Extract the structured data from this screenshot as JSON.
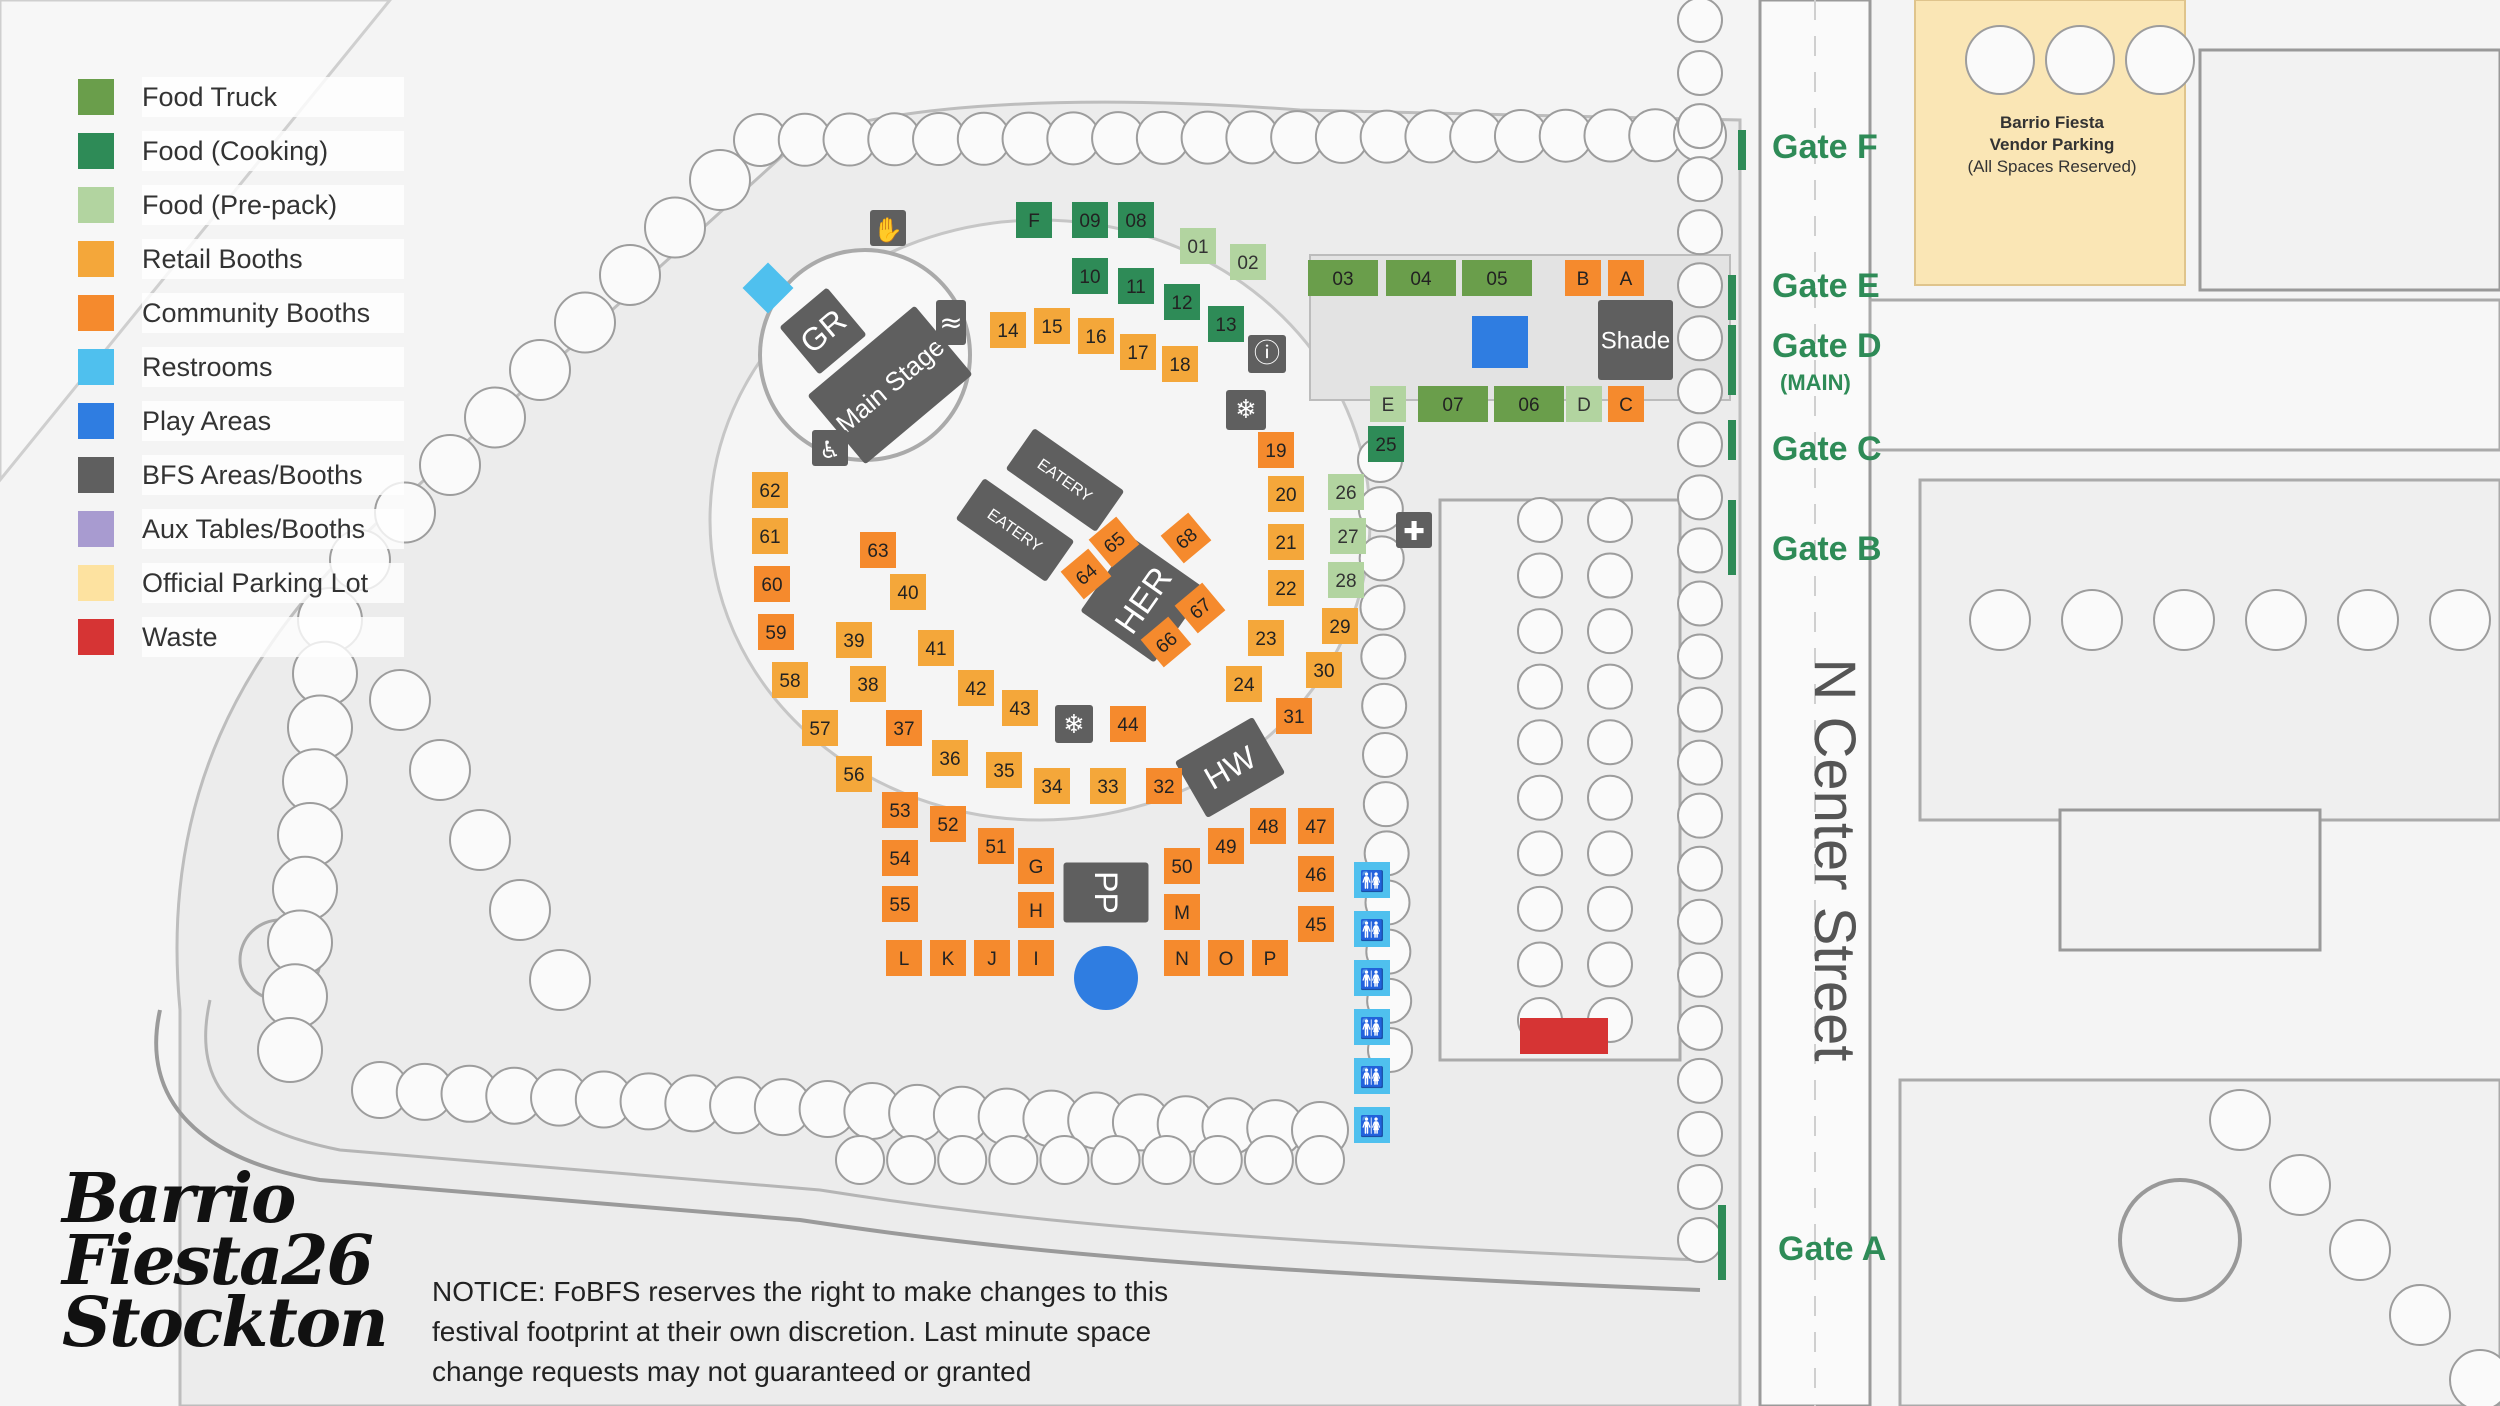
{
  "legend": [
    {
      "label": "Food Truck",
      "color": "#6a9e4b"
    },
    {
      "label": "Food (Cooking)",
      "color": "#2e8b57"
    },
    {
      "label": "Food (Pre-pack)",
      "color": "#b2d4a0"
    },
    {
      "label": "Retail Booths",
      "color": "#f4a73a"
    },
    {
      "label": "Community Booths",
      "color": "#f58a2d"
    },
    {
      "label": "Restrooms",
      "color": "#4fc0ee"
    },
    {
      "label": "Play Areas",
      "color": "#2f7de1"
    },
    {
      "label": "BFS Areas/Booths",
      "color": "#5f5f5f"
    },
    {
      "label": "Aux Tables/Booths",
      "color": "#a89bd0"
    },
    {
      "label": "Official Parking Lot",
      "color": "#fde2a0"
    },
    {
      "label": "Waste",
      "color": "#d63434"
    }
  ],
  "gates": {
    "f": "Gate F",
    "e": "Gate E",
    "d": "Gate D",
    "d_sub": "(MAIN)",
    "c": "Gate C",
    "b": "Gate B",
    "a": "Gate A"
  },
  "street_name": "N Center Street",
  "vendor_parking": {
    "line1": "Barrio Fiesta",
    "line2": "Vendor Parking",
    "line3": "(All Spaces Reserved)"
  },
  "areas": {
    "main_stage": "Main Stage",
    "gr": "GR",
    "shade": "Shade",
    "eatery1": "EATERY",
    "eatery2": "EATERY",
    "her": "HER",
    "hw": "HW",
    "pp": "PP"
  },
  "booths": [
    {
      "id": "F",
      "type": "cook"
    },
    {
      "id": "09",
      "type": "cook"
    },
    {
      "id": "08",
      "type": "cook"
    },
    {
      "id": "01",
      "type": "prepack"
    },
    {
      "id": "02",
      "type": "prepack"
    },
    {
      "id": "10",
      "type": "cook"
    },
    {
      "id": "11",
      "type": "cook"
    },
    {
      "id": "12",
      "type": "cook"
    },
    {
      "id": "13",
      "type": "cook"
    },
    {
      "id": "03",
      "type": "truck"
    },
    {
      "id": "04",
      "type": "truck"
    },
    {
      "id": "05",
      "type": "truck"
    },
    {
      "id": "B",
      "type": "community"
    },
    {
      "id": "A",
      "type": "community"
    },
    {
      "id": "14",
      "type": "retail"
    },
    {
      "id": "15",
      "type": "retail"
    },
    {
      "id": "16",
      "type": "retail"
    },
    {
      "id": "17",
      "type": "retail"
    },
    {
      "id": "18",
      "type": "retail"
    },
    {
      "id": "E",
      "type": "prepack"
    },
    {
      "id": "07",
      "type": "truck"
    },
    {
      "id": "06",
      "type": "truck"
    },
    {
      "id": "D",
      "type": "prepack"
    },
    {
      "id": "C",
      "type": "community"
    },
    {
      "id": "25",
      "type": "cook"
    },
    {
      "id": "19",
      "type": "community"
    },
    {
      "id": "20",
      "type": "retail"
    },
    {
      "id": "21",
      "type": "retail"
    },
    {
      "id": "22",
      "type": "retail"
    },
    {
      "id": "23",
      "type": "retail"
    },
    {
      "id": "24",
      "type": "retail"
    },
    {
      "id": "26",
      "type": "prepack"
    },
    {
      "id": "27",
      "type": "prepack"
    },
    {
      "id": "28",
      "type": "prepack"
    },
    {
      "id": "29",
      "type": "retail"
    },
    {
      "id": "30",
      "type": "retail"
    },
    {
      "id": "31",
      "type": "community"
    },
    {
      "id": "62",
      "type": "retail"
    },
    {
      "id": "61",
      "type": "retail"
    },
    {
      "id": "60",
      "type": "community"
    },
    {
      "id": "59",
      "type": "community"
    },
    {
      "id": "58",
      "type": "retail"
    },
    {
      "id": "57",
      "type": "retail"
    },
    {
      "id": "56",
      "type": "retail"
    },
    {
      "id": "63",
      "type": "community"
    },
    {
      "id": "40",
      "type": "retail"
    },
    {
      "id": "39",
      "type": "retail"
    },
    {
      "id": "38",
      "type": "retail"
    },
    {
      "id": "37",
      "type": "community"
    },
    {
      "id": "41",
      "type": "retail"
    },
    {
      "id": "42",
      "type": "retail"
    },
    {
      "id": "43",
      "type": "retail"
    },
    {
      "id": "44",
      "type": "community"
    },
    {
      "id": "36",
      "type": "retail"
    },
    {
      "id": "35",
      "type": "retail"
    },
    {
      "id": "34",
      "type": "retail"
    },
    {
      "id": "33",
      "type": "retail"
    },
    {
      "id": "32",
      "type": "community"
    },
    {
      "id": "64",
      "type": "community"
    },
    {
      "id": "65",
      "type": "community"
    },
    {
      "id": "68",
      "type": "community"
    },
    {
      "id": "67",
      "type": "community"
    },
    {
      "id": "66",
      "type": "community"
    },
    {
      "id": "53",
      "type": "community"
    },
    {
      "id": "52",
      "type": "community"
    },
    {
      "id": "51",
      "type": "community"
    },
    {
      "id": "54",
      "type": "community"
    },
    {
      "id": "55",
      "type": "community"
    },
    {
      "id": "G",
      "type": "community"
    },
    {
      "id": "H",
      "type": "community"
    },
    {
      "id": "50",
      "type": "community"
    },
    {
      "id": "49",
      "type": "community"
    },
    {
      "id": "48",
      "type": "community"
    },
    {
      "id": "47",
      "type": "community"
    },
    {
      "id": "46",
      "type": "community"
    },
    {
      "id": "45",
      "type": "community"
    },
    {
      "id": "M",
      "type": "community"
    },
    {
      "id": "L",
      "type": "community"
    },
    {
      "id": "K",
      "type": "community"
    },
    {
      "id": "J",
      "type": "community"
    },
    {
      "id": "I",
      "type": "community"
    },
    {
      "id": "N",
      "type": "community"
    },
    {
      "id": "O",
      "type": "community"
    },
    {
      "id": "P",
      "type": "community"
    }
  ],
  "logo": {
    "line1": "Barrio",
    "line2": "Fiesta26",
    "line3": "Stockton"
  },
  "notice": {
    "line1": "NOTICE: FoBFS reserves the right to make changes to this",
    "line2": "festival footprint at their own discretion. Last minute space",
    "line3": "change requests may not guaranteed or granted"
  }
}
